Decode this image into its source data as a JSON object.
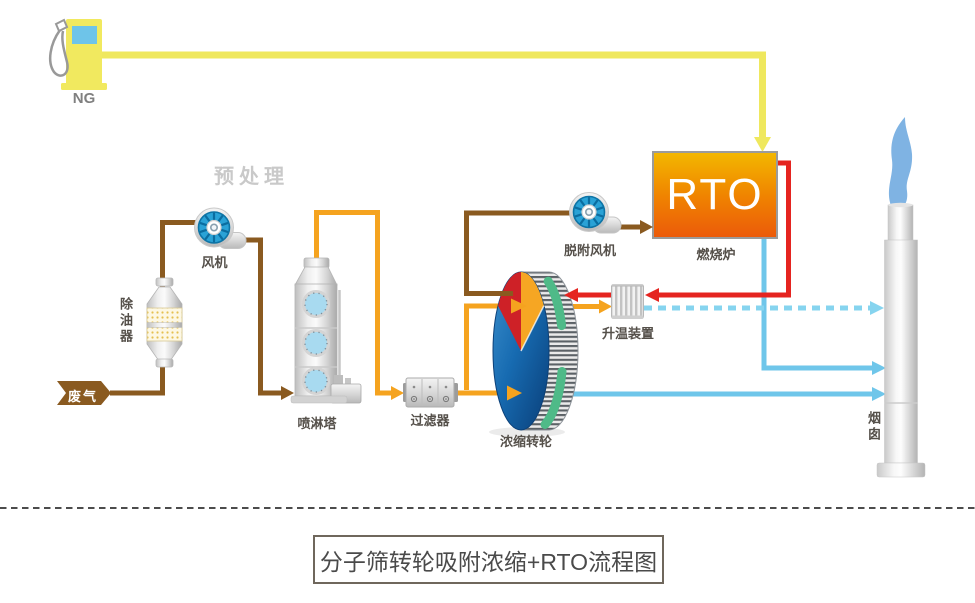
{
  "diagram": {
    "title": "分子筛转轮吸附浓缩+RTO流程图",
    "section_label": "预处理",
    "nodes": {
      "ng": "NG",
      "fan": "风机",
      "oil_remover": "除油器",
      "waste_gas": "废气",
      "spray_tower": "喷淋塔",
      "filter": "过滤器",
      "rotary_wheel": "浓缩转轮",
      "desorption_fan": "脱附风机",
      "rto": "RTO",
      "furnace": "燃烧炉",
      "heater": "升温装置",
      "chimney": "烟囱"
    },
    "colors": {
      "waste_gas_line": "#8a5a20",
      "pretreated_line": "#f5a31f",
      "ng_line": "#efe85e",
      "hot_gas_line": "#e52420",
      "clean_air_line": "#6fc6ea",
      "bypass_dashed_line": "#86d4ef",
      "rto_top": "#f3b800",
      "rto_bottom": "#eb5a0a",
      "wheel_blue": "#176bb1",
      "wedge_red": "#ce2127",
      "wedge_orange": "#f6a623",
      "wheel_green": "#4fba88",
      "flame_blue": "#7fb3e3"
    }
  }
}
